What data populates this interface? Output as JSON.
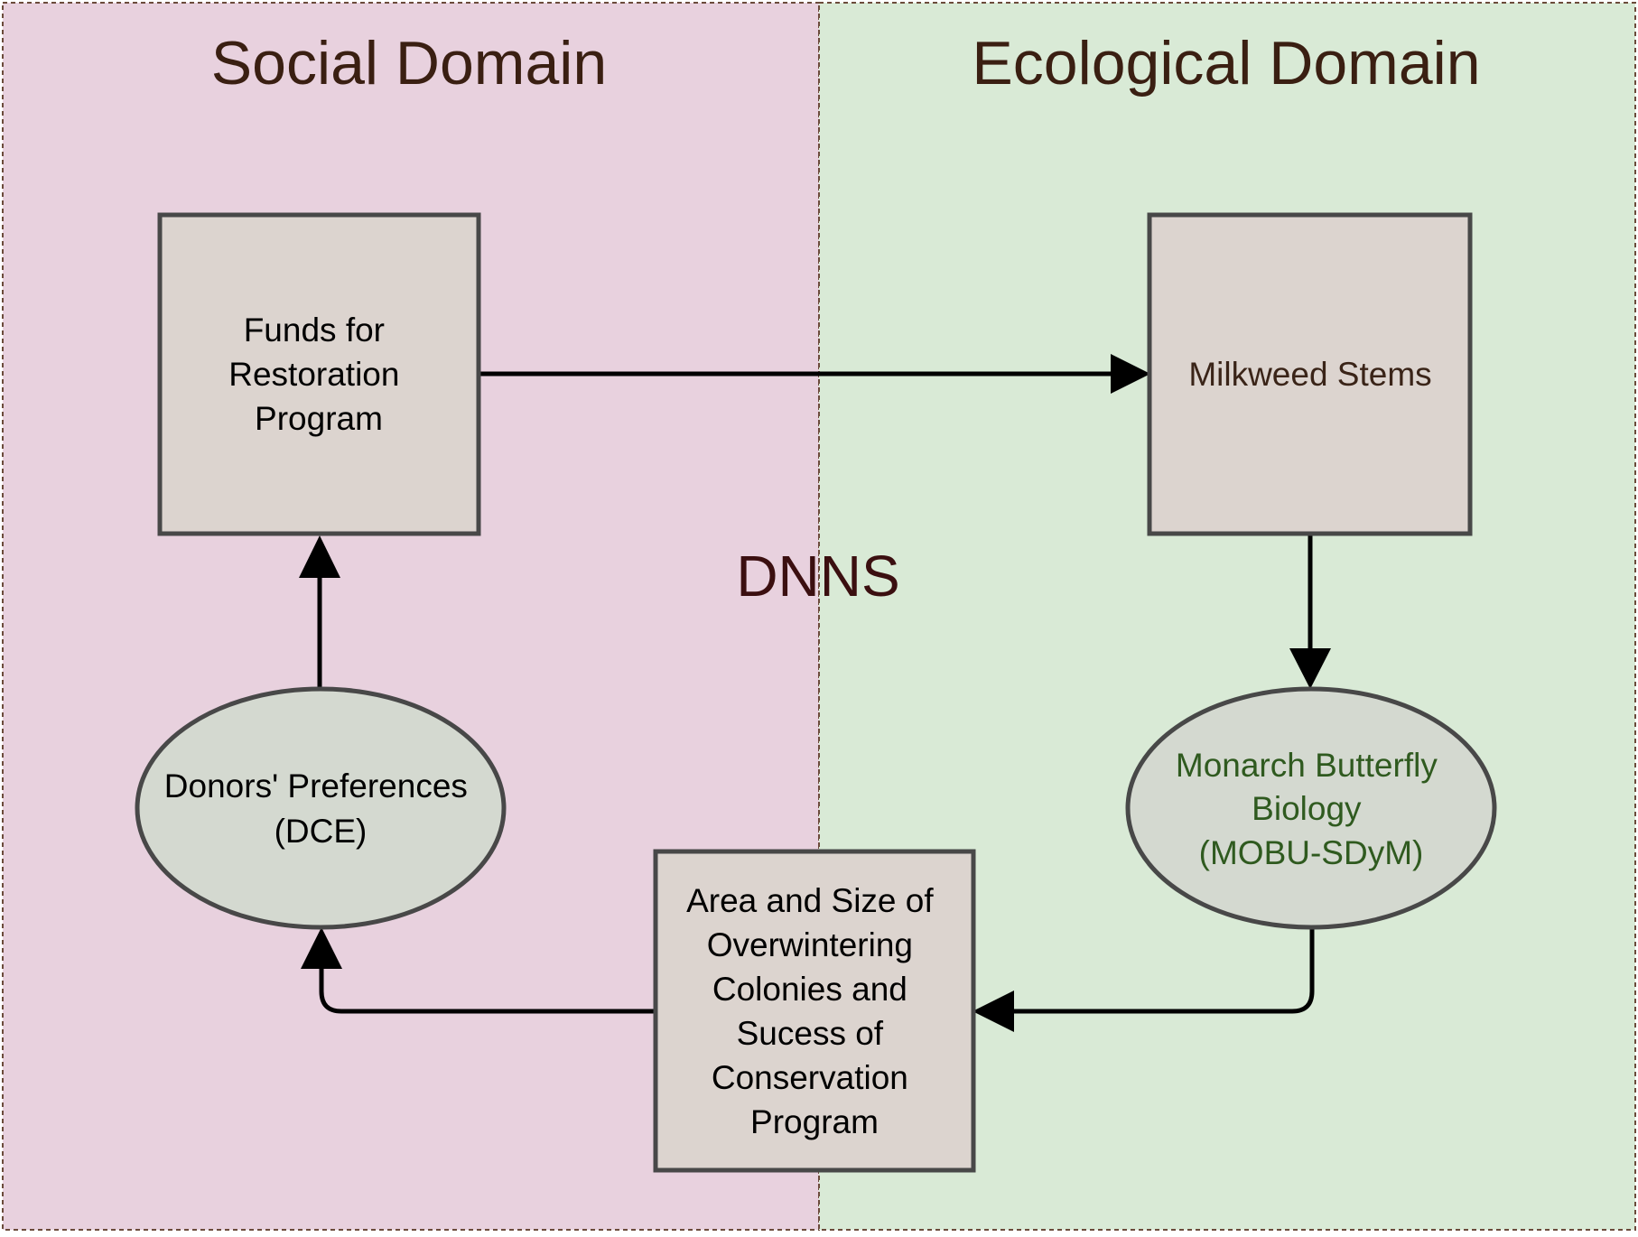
{
  "diagram": {
    "colors": {
      "social_bg": "#e8d1de",
      "ecological_bg": "#d9ead6",
      "box_fill": "#dcd4cf",
      "ellipse_fill": "#d4d9d0",
      "node_stroke": "#484848",
      "edge": "#000000",
      "title_text": "#3a1f12",
      "center_text": "#3b0f10",
      "milkweed_text": "#3a2418",
      "monarch_text": "#2f5a1f",
      "default_text": "#000000"
    },
    "domains": {
      "social": {
        "title": "Social Domain"
      },
      "ecological": {
        "title": "Ecological Domain"
      }
    },
    "center_label": "DNNS",
    "nodes": {
      "funds": {
        "lines": [
          "Funds for",
          "Restoration",
          "Program"
        ],
        "shape": "box"
      },
      "milkweed": {
        "lines": [
          "Milkweed Stems"
        ],
        "shape": "box"
      },
      "monarch": {
        "lines": [
          "Monarch Butterfly",
          "Biology",
          "(MOBU-SDyM)"
        ],
        "shape": "ellipse"
      },
      "area": {
        "lines": [
          "Area and Size of",
          "Overwintering",
          "Colonies and",
          "Sucess of",
          "Conservation",
          "Program"
        ],
        "shape": "box"
      },
      "donors": {
        "lines": [
          "Donors' Preferences",
          "(DCE)"
        ],
        "shape": "ellipse"
      }
    },
    "edges": [
      {
        "from": "funds",
        "to": "milkweed"
      },
      {
        "from": "milkweed",
        "to": "monarch"
      },
      {
        "from": "monarch",
        "to": "area"
      },
      {
        "from": "area",
        "to": "donors"
      },
      {
        "from": "donors",
        "to": "funds"
      }
    ]
  }
}
